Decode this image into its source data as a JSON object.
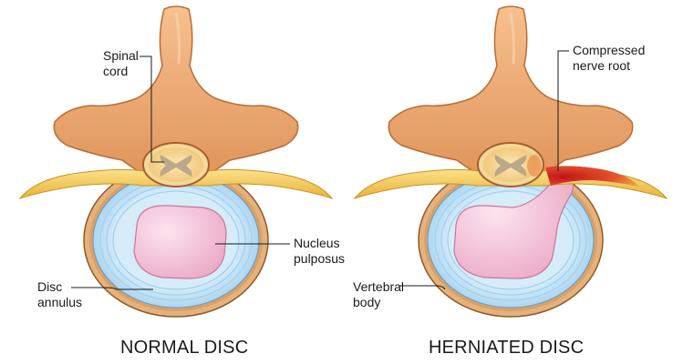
{
  "normal": {
    "caption": "NORMAL DISC",
    "labels": {
      "spinal_cord_line1": "Spinal",
      "spinal_cord_line2": "cord",
      "nucleus_line1": "Nucleus",
      "nucleus_line2": "pulposus",
      "annulus_line1": "Disc",
      "annulus_line2": "annulus"
    }
  },
  "herniated": {
    "caption": "HERNIATED DISC",
    "labels": {
      "nerve_line1": "Compressed",
      "nerve_line2": "nerve root",
      "vertebral_line1": "Vertebral",
      "vertebral_line2": "body"
    }
  },
  "colors": {
    "bone": "#eda56f",
    "bone_shadow": "#c8773e",
    "nerve": "#f3c64a",
    "annulus": "#b7dcf2",
    "nucleus": "#f3bcd3",
    "vertebral_rim": "#e7b682",
    "inflamed": "#d4231c"
  }
}
